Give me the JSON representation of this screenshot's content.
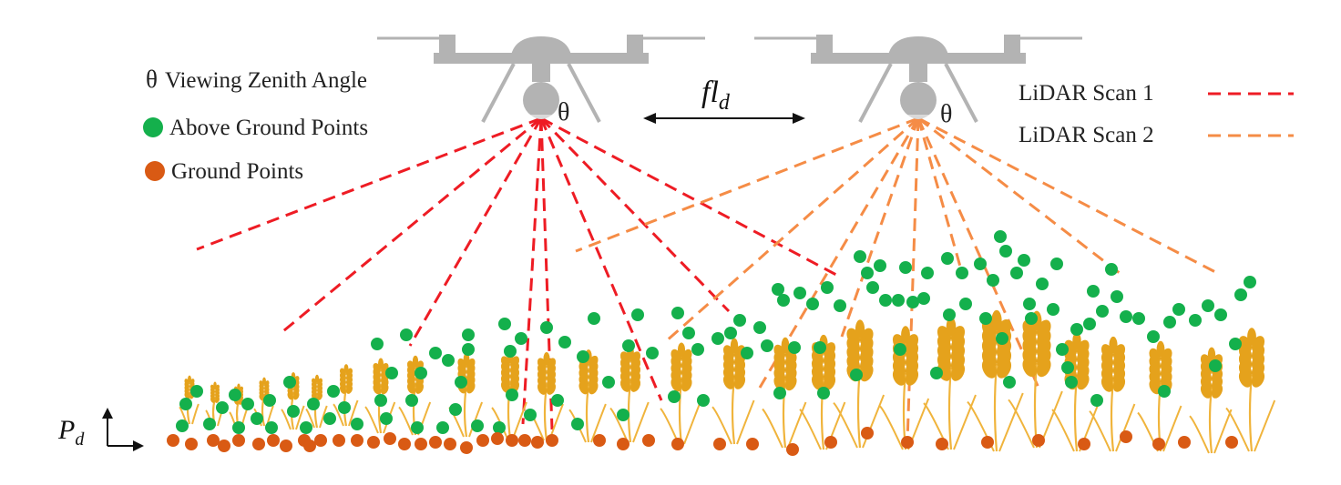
{
  "legend": {
    "theta_symbol": "θ",
    "theta_label": "Viewing Zenith Angle",
    "above_ground_label": "Above Ground Points",
    "ground_label": "Ground Points",
    "scan1_label": "LiDAR Scan 1",
    "scan2_label": "LiDAR Scan 2"
  },
  "drone1": {
    "angle_symbol": "θ"
  },
  "drone2": {
    "angle_symbol": "θ"
  },
  "flight_distance": {
    "symbol": "fl",
    "subscript": "d"
  },
  "axis": {
    "symbol": "P",
    "subscript": "d"
  },
  "colors": {
    "drone": "#b3b3b3",
    "scan1": "#ee1c24",
    "scan2": "#f58c46",
    "above_ground_point": "#14b04c",
    "ground_point": "#d95a14",
    "wheat": "#e5a21c",
    "stem": "#f0b43c",
    "text": "#222222"
  }
}
